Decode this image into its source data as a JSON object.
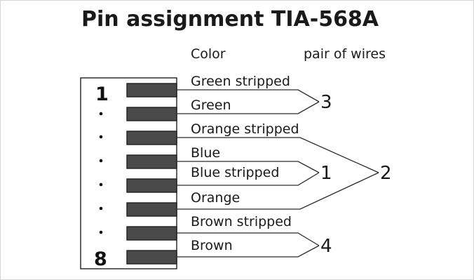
{
  "title": "Pin assignment TIA-568A",
  "headers": {
    "color": "Color",
    "pair": "pair of wires"
  },
  "pins": [
    {
      "label": "Green stripped"
    },
    {
      "label": "Green"
    },
    {
      "label": "Orange stripped"
    },
    {
      "label": "Blue"
    },
    {
      "label": "Blue stripped"
    },
    {
      "label": "Orange"
    },
    {
      "label": "Brown stripped"
    },
    {
      "label": "Brown"
    }
  ],
  "pin_markers": {
    "first": "1",
    "last": "8"
  },
  "pairs": {
    "green": "3",
    "blue": "1",
    "orange": "2",
    "brown": "4"
  },
  "colors": {
    "pin_fill": "#4a4a4a",
    "line": "#2a2a2a",
    "text": "#1a1a1a"
  }
}
